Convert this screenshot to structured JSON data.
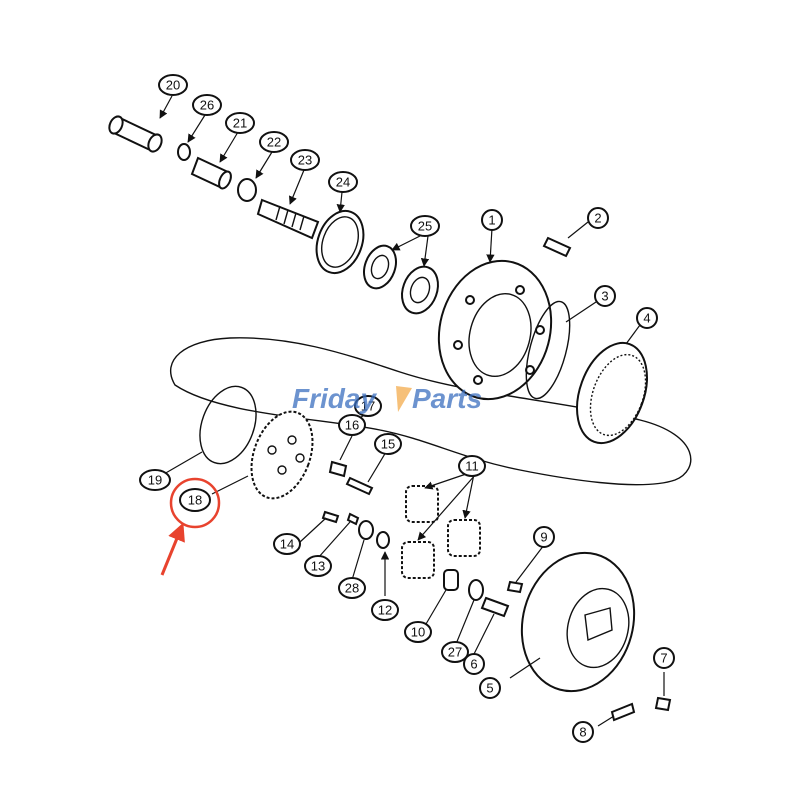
{
  "watermark": {
    "left": "Friday",
    "right": "Parts",
    "left_color": "#3b6fc0",
    "right_color": "#3b6fc0",
    "accent_color": "#f2a33a"
  },
  "highlight_color": "#e8432e",
  "highlighted_part": "18",
  "callouts": {
    "c1": "1",
    "c2": "2",
    "c3": "3",
    "c4": "4",
    "c5": "5",
    "c6": "6",
    "c7": "7",
    "c8": "8",
    "c9": "9",
    "c10": "10",
    "c11": "11",
    "c12": "12",
    "c13": "13",
    "c14": "14",
    "c15": "15",
    "c16": "16",
    "c17": "17",
    "c18": "18",
    "c19": "19",
    "c20": "20",
    "c21": "21",
    "c22": "22",
    "c23": "23",
    "c24": "24",
    "c25": "25",
    "c26": "26",
    "c27": "27",
    "c28": "28"
  }
}
